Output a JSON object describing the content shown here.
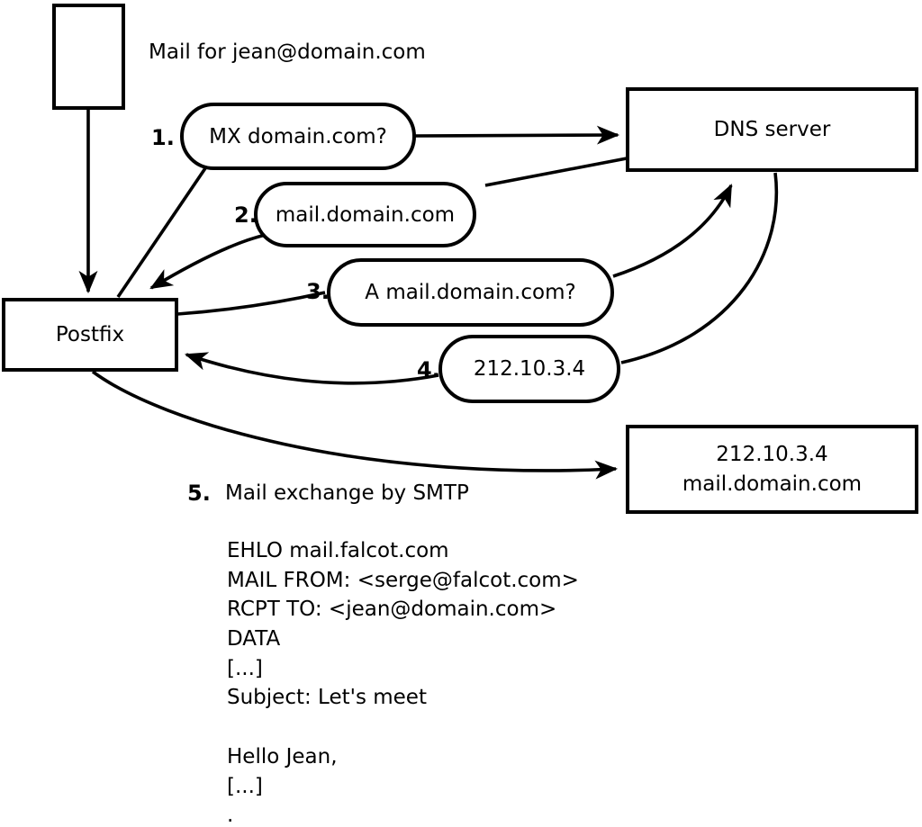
{
  "diagram": {
    "title": "Mail for jean@domain.com",
    "nodes": {
      "postfix": {
        "label": "Postfix"
      },
      "dns": {
        "label": "DNS server"
      },
      "mailserver": {
        "lines": [
          "212.10.3.4",
          "mail.domain.com"
        ]
      }
    },
    "steps": [
      {
        "num": "1.",
        "label": "MX domain.com?"
      },
      {
        "num": "2.",
        "label": "mail.domain.com"
      },
      {
        "num": "3.",
        "label": "A mail.domain.com?"
      },
      {
        "num": "4.",
        "label": "212.10.3.4"
      },
      {
        "num": "5.",
        "label": "Mail exchange by SMTP"
      }
    ],
    "smtp_session": [
      "EHLO mail.falcot.com",
      "MAIL FROM: <serge@falcot.com>",
      "RCPT TO: <jean@domain.com>",
      "DATA",
      "[...]",
      "Subject: Let's meet",
      "",
      "Hello Jean,",
      "[...]",
      "."
    ],
    "colors": {
      "stroke": "#000000",
      "background": "#ffffff"
    }
  }
}
